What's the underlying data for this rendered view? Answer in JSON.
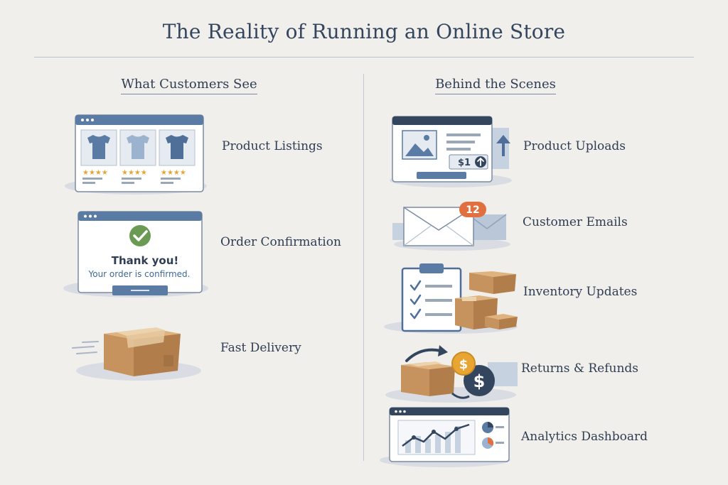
{
  "title": "The Reality of Running an Online Store",
  "left_column": {
    "heading": "What Customers See",
    "items": [
      {
        "label": "Product Listings",
        "icon": "product-listing-window-icon"
      },
      {
        "label": "Order Confirmation",
        "icon": "order-confirmation-window-icon",
        "message_title": "Thank you!",
        "message_body": "Your order is confirmed."
      },
      {
        "label": "Fast Delivery",
        "icon": "delivery-box-icon"
      }
    ]
  },
  "right_column": {
    "heading": "Behind the Scenes",
    "items": [
      {
        "label": "Product Uploads",
        "icon": "upload-window-icon",
        "price_text": "$1"
      },
      {
        "label": "Customer Emails",
        "icon": "envelope-icon",
        "badge": "12"
      },
      {
        "label": "Inventory Updates",
        "icon": "clipboard-boxes-icon"
      },
      {
        "label": "Returns & Refunds",
        "icon": "return-refund-icon"
      },
      {
        "label": "Analytics Dashboard",
        "icon": "analytics-window-icon"
      }
    ]
  },
  "colors": {
    "background": "#f1efec",
    "navy": "#34465e",
    "slate_blue": "#5a7ba3",
    "cardboard": "#c6935e",
    "badge_orange": "#e0703f",
    "check_green": "#6b9a55",
    "coin_gold": "#e8a532"
  }
}
